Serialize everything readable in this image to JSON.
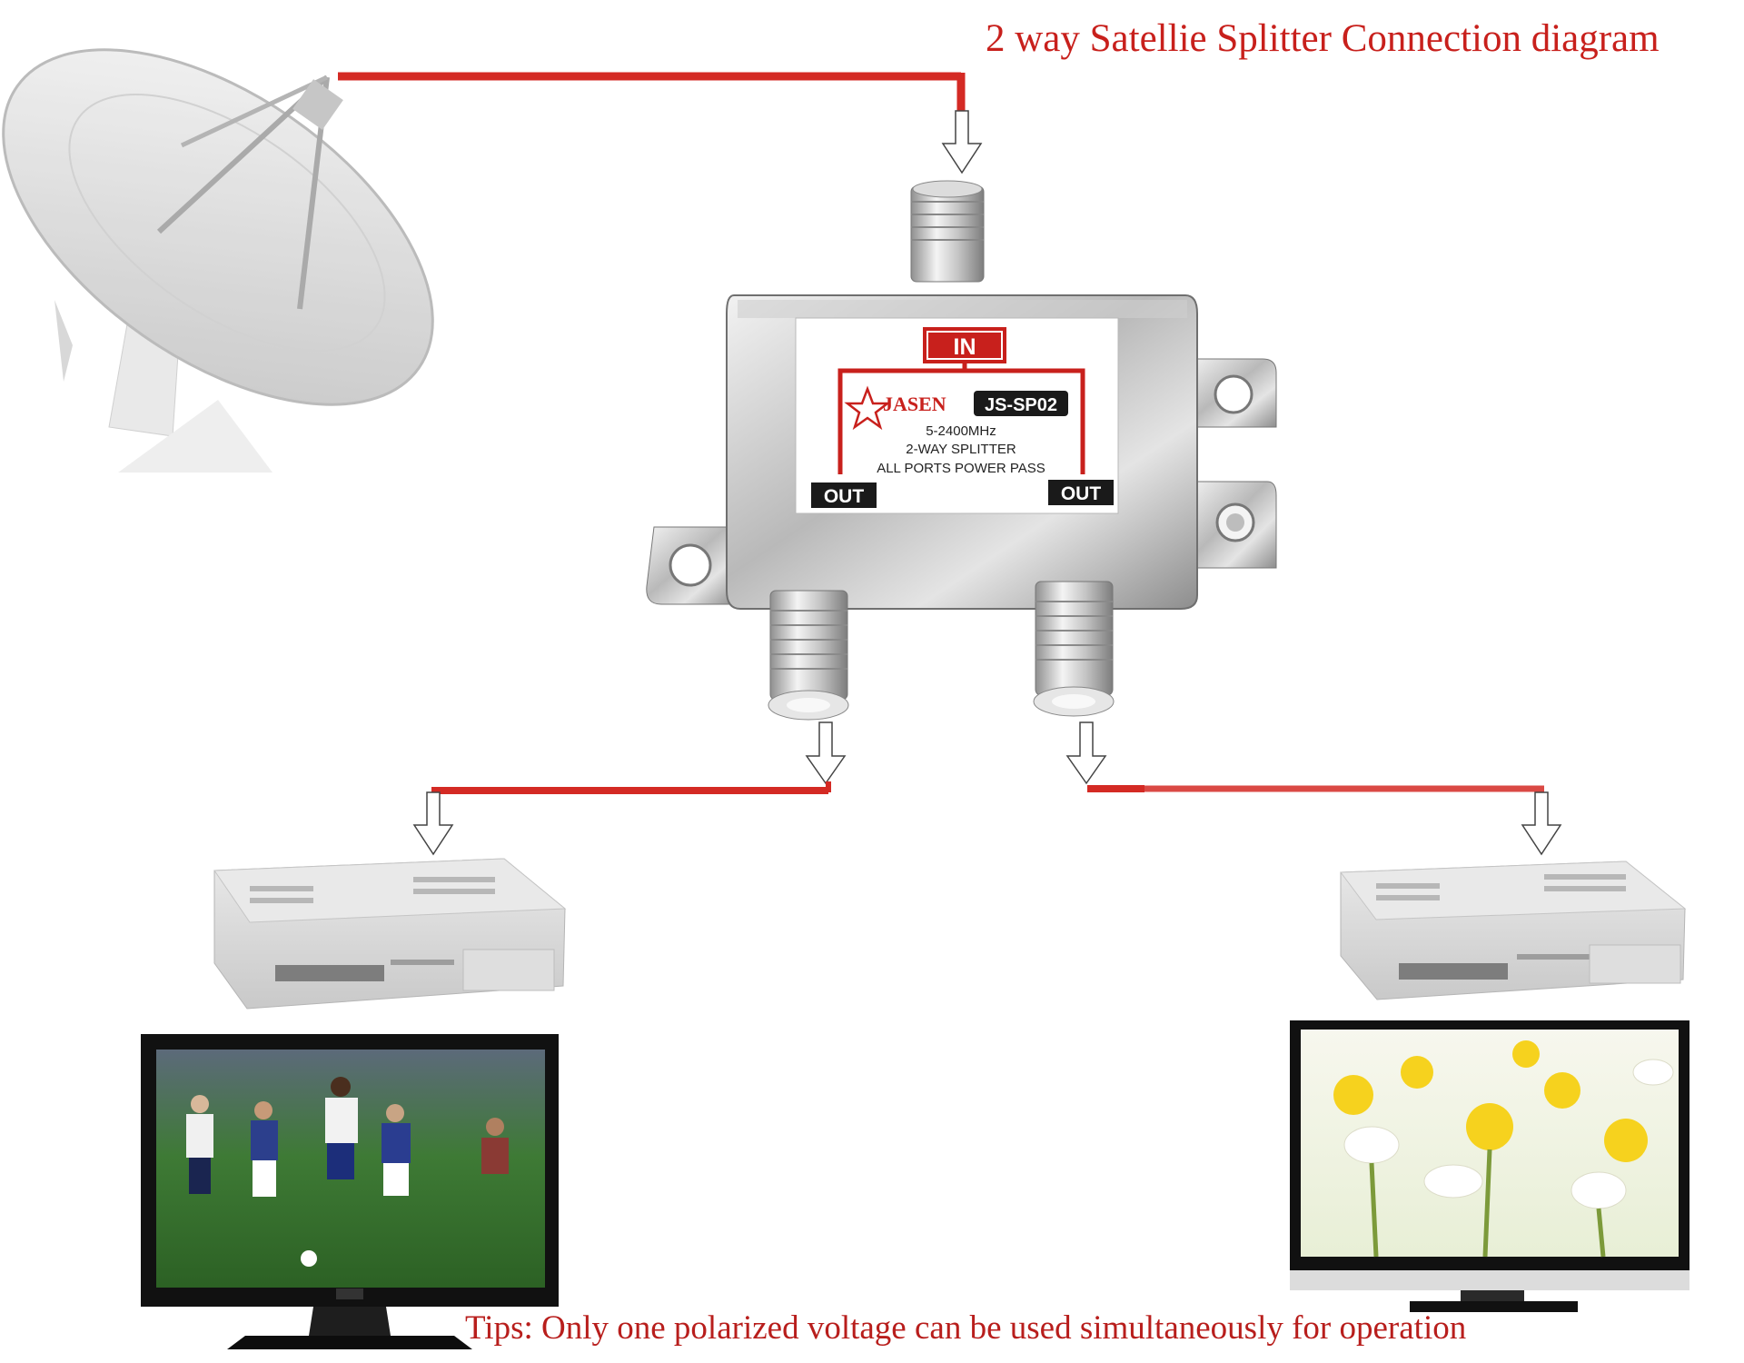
{
  "title": "2 way Satellie Splitter Connection diagram",
  "tips": "Tips: Only one polarized voltage can be used simultaneously for operation",
  "splitter": {
    "in_label": "IN",
    "brand": "JASEN",
    "model": "JS-SP02",
    "freq": "5-2400MHz",
    "type": "2-WAY SPLITTER",
    "power": "ALL PORTS POWER PASS",
    "out_left": "OUT",
    "out_right": "OUT"
  },
  "colors": {
    "cable": "#d42a24",
    "title_text": "#c8201c",
    "label_frame": "#c8201c",
    "dark_badge": "#1a1a1a"
  },
  "icons": [
    "satellite-dish-icon",
    "splitter-device",
    "receiver-box",
    "tv-monitor",
    "arrow-down-icon"
  ]
}
